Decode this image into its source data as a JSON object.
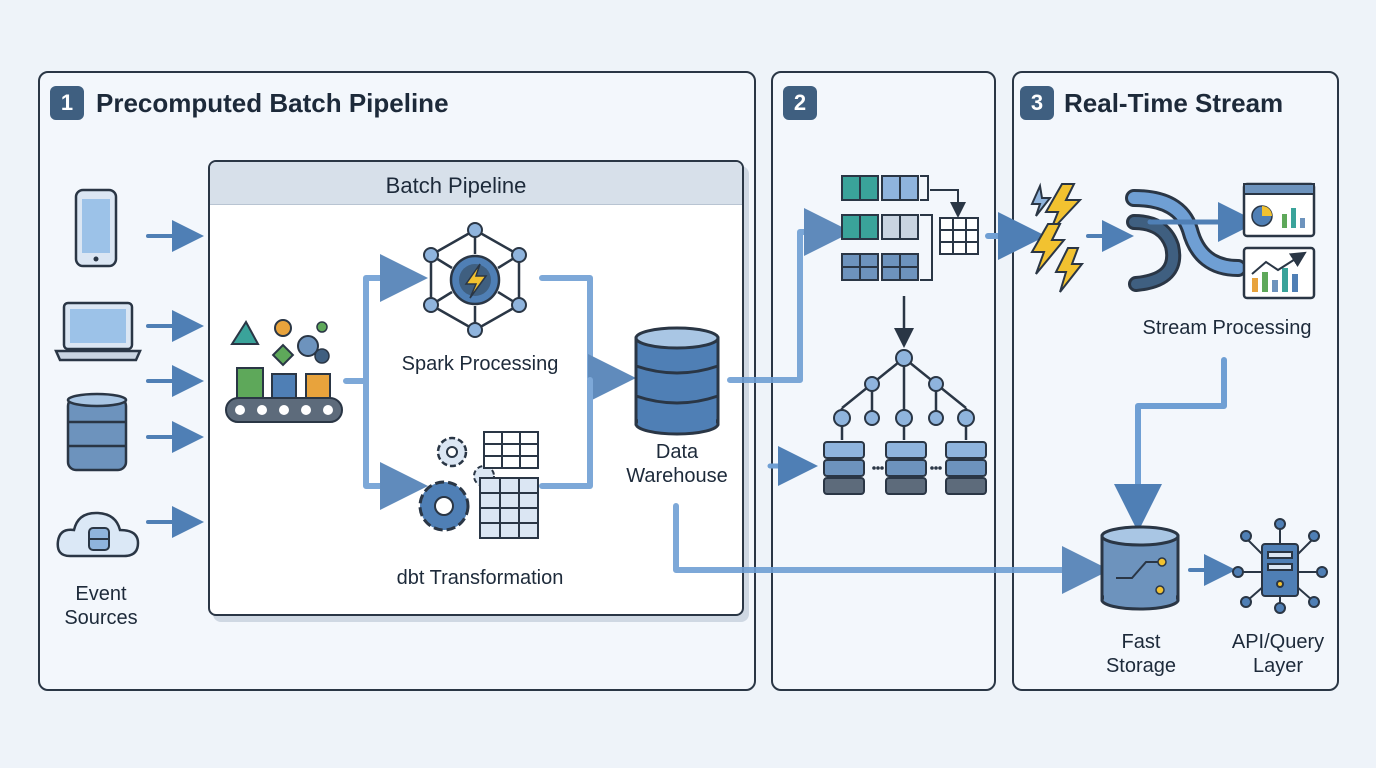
{
  "panels": [
    {
      "number": "1",
      "title": "Precomputed Batch Pipeline"
    },
    {
      "number": "2",
      "title": ""
    },
    {
      "number": "3",
      "title": "Real-Time Stream"
    }
  ],
  "batch_box": {
    "title": "Batch Pipeline"
  },
  "labels": {
    "event_sources": "Event Sources",
    "spark": "Spark Processing",
    "dbt": "dbt Transformation",
    "warehouse": "Data Warehouse",
    "stream": "Stream Processing",
    "fast_storage": "Fast Storage",
    "api": "API/Query Layer"
  },
  "colors": {
    "accent_blue": "#4f7fb5",
    "flow_blue": "#6f9fd4",
    "teal": "#3aa39a",
    "green": "#5ea85a",
    "orange": "#e8a33c",
    "bolt": "#f2c230",
    "border": "#2a3645"
  }
}
